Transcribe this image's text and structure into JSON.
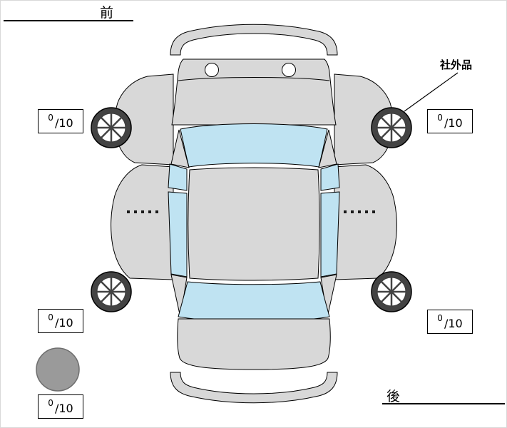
{
  "labels": {
    "front": "前",
    "rear": "後",
    "aftermarket_part": "社外品"
  },
  "tread": {
    "front_left": {
      "value": "0",
      "max": "/10"
    },
    "front_right": {
      "value": "0",
      "max": "/10"
    },
    "rear_left": {
      "value": "0",
      "max": "/10"
    },
    "rear_right": {
      "value": "0",
      "max": "/10"
    },
    "spare": {
      "value": "0",
      "max": "/10"
    }
  },
  "colors": {
    "body": "#d8d8d8",
    "glass": "#bfe3f2",
    "wheel_dark": "#434343",
    "spare_circle_fill": "#9a9a9a",
    "outline": "#000000"
  }
}
